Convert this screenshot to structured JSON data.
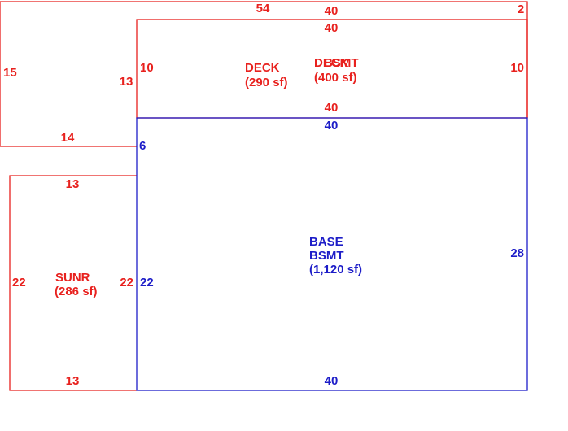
{
  "colors": {
    "red": "#e8211e",
    "blue": "#1d1dc8"
  },
  "dimensions": {
    "top_outer": "54",
    "top_deck": "40",
    "top_right": "2",
    "left_outer": "15",
    "bottom_outer": "14",
    "deck_inner_left": "13",
    "deck_top_inner": "40",
    "deck_left": "10",
    "deck_right": "10",
    "deck_bottom": "40",
    "bsmt_top": "40",
    "bsmt_left_upper": "6",
    "bsmt_right": "28",
    "bsmt_left": "22",
    "bsmt_bottom": "40",
    "sunr_top": "13",
    "sunr_left": "22",
    "sunr_right": "22",
    "sunr_bottom": "13"
  },
  "areas": {
    "deck": {
      "name": "DECK",
      "size": "(290 sf)"
    },
    "deck_overlap": {
      "line1": "DECK",
      "line2": "(400 sf)"
    },
    "deck_overlap_b": {
      "text": "BSMT"
    },
    "base": {
      "line1": "BASE",
      "line2": "BSMT",
      "line3": "(1,120 sf)"
    },
    "sunr": {
      "name": "SUNR",
      "size": "(286 sf)"
    }
  }
}
